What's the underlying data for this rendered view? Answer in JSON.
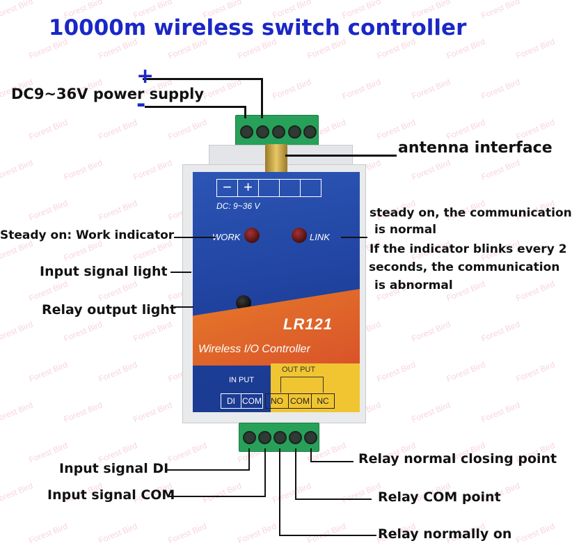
{
  "title": "10000m wireless switch controller",
  "watermark": "Forest Bird",
  "labels": {
    "power_supply": "DC9~36V power supply",
    "minus_mark": "-",
    "plus_mark": "+",
    "antenna": "antenna interface",
    "work_indicator": "Steady on: Work indicator",
    "link_line1": "steady on, the communication",
    "link_line2": "is normal",
    "link_line3": "If the indicator blinks every 2",
    "link_line4": "seconds, the communication",
    "link_line5": "is abnormal",
    "input_light": "Input signal light",
    "relay_light": "Relay output light",
    "input_di": "Input signal DI",
    "input_com": "Input signal COM",
    "relay_nc": "Relay normal closing point",
    "relay_com": "Relay COM point",
    "relay_no": "Relay normally on"
  },
  "device": {
    "power_box": [
      "−",
      "+",
      "",
      "",
      ""
    ],
    "dc_text": "DC: 9~36 V",
    "work": "WORK",
    "link": "LINK",
    "model": "LR121",
    "subtitle": "Wireless I/O Controller",
    "in_put": "IN PUT",
    "out_put": "OUT PUT",
    "in_terms": [
      "DI",
      "COM"
    ],
    "out_terms": [
      "NO",
      "COM",
      "NC"
    ]
  },
  "colors": {
    "title": "#1b27c6",
    "minus_plus_mark": "#1b27c6",
    "panel_blue": "#1d3f9a",
    "terminal_green": "#27a159",
    "panel_orange": "#e0652a",
    "panel_yellow": "#f1c531"
  }
}
